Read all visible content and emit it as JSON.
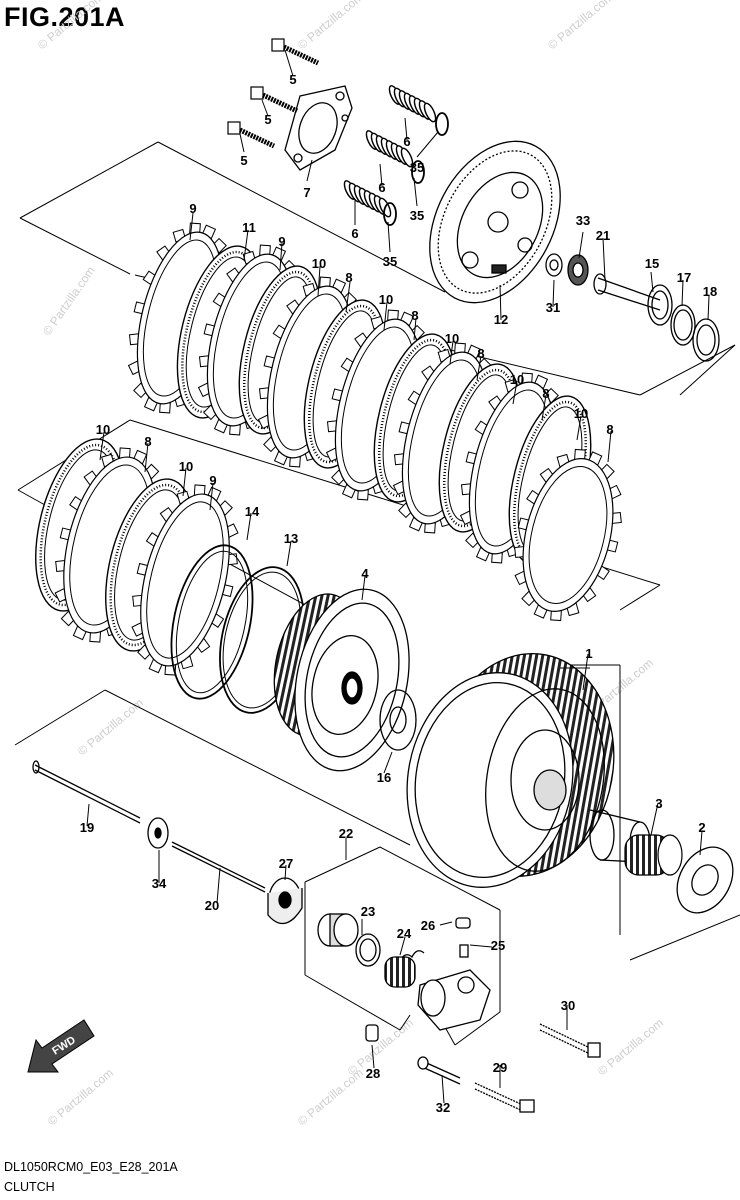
{
  "figure": {
    "title": "FIG.201A",
    "code": "DL1050RCM0_E03_E28_201A",
    "caption": "CLUTCH",
    "fwd_label": "FWD",
    "watermark": "© Partzilla.com"
  },
  "callouts": [
    "1",
    "2",
    "3",
    "4",
    "5",
    "6",
    "7",
    "8",
    "9",
    "10",
    "11",
    "12",
    "13",
    "14",
    "15",
    "16",
    "17",
    "18",
    "19",
    "20",
    "21",
    "22",
    "23",
    "24",
    "25",
    "26",
    "27",
    "28",
    "29",
    "30",
    "31",
    "32",
    "33",
    "34",
    "35"
  ]
}
